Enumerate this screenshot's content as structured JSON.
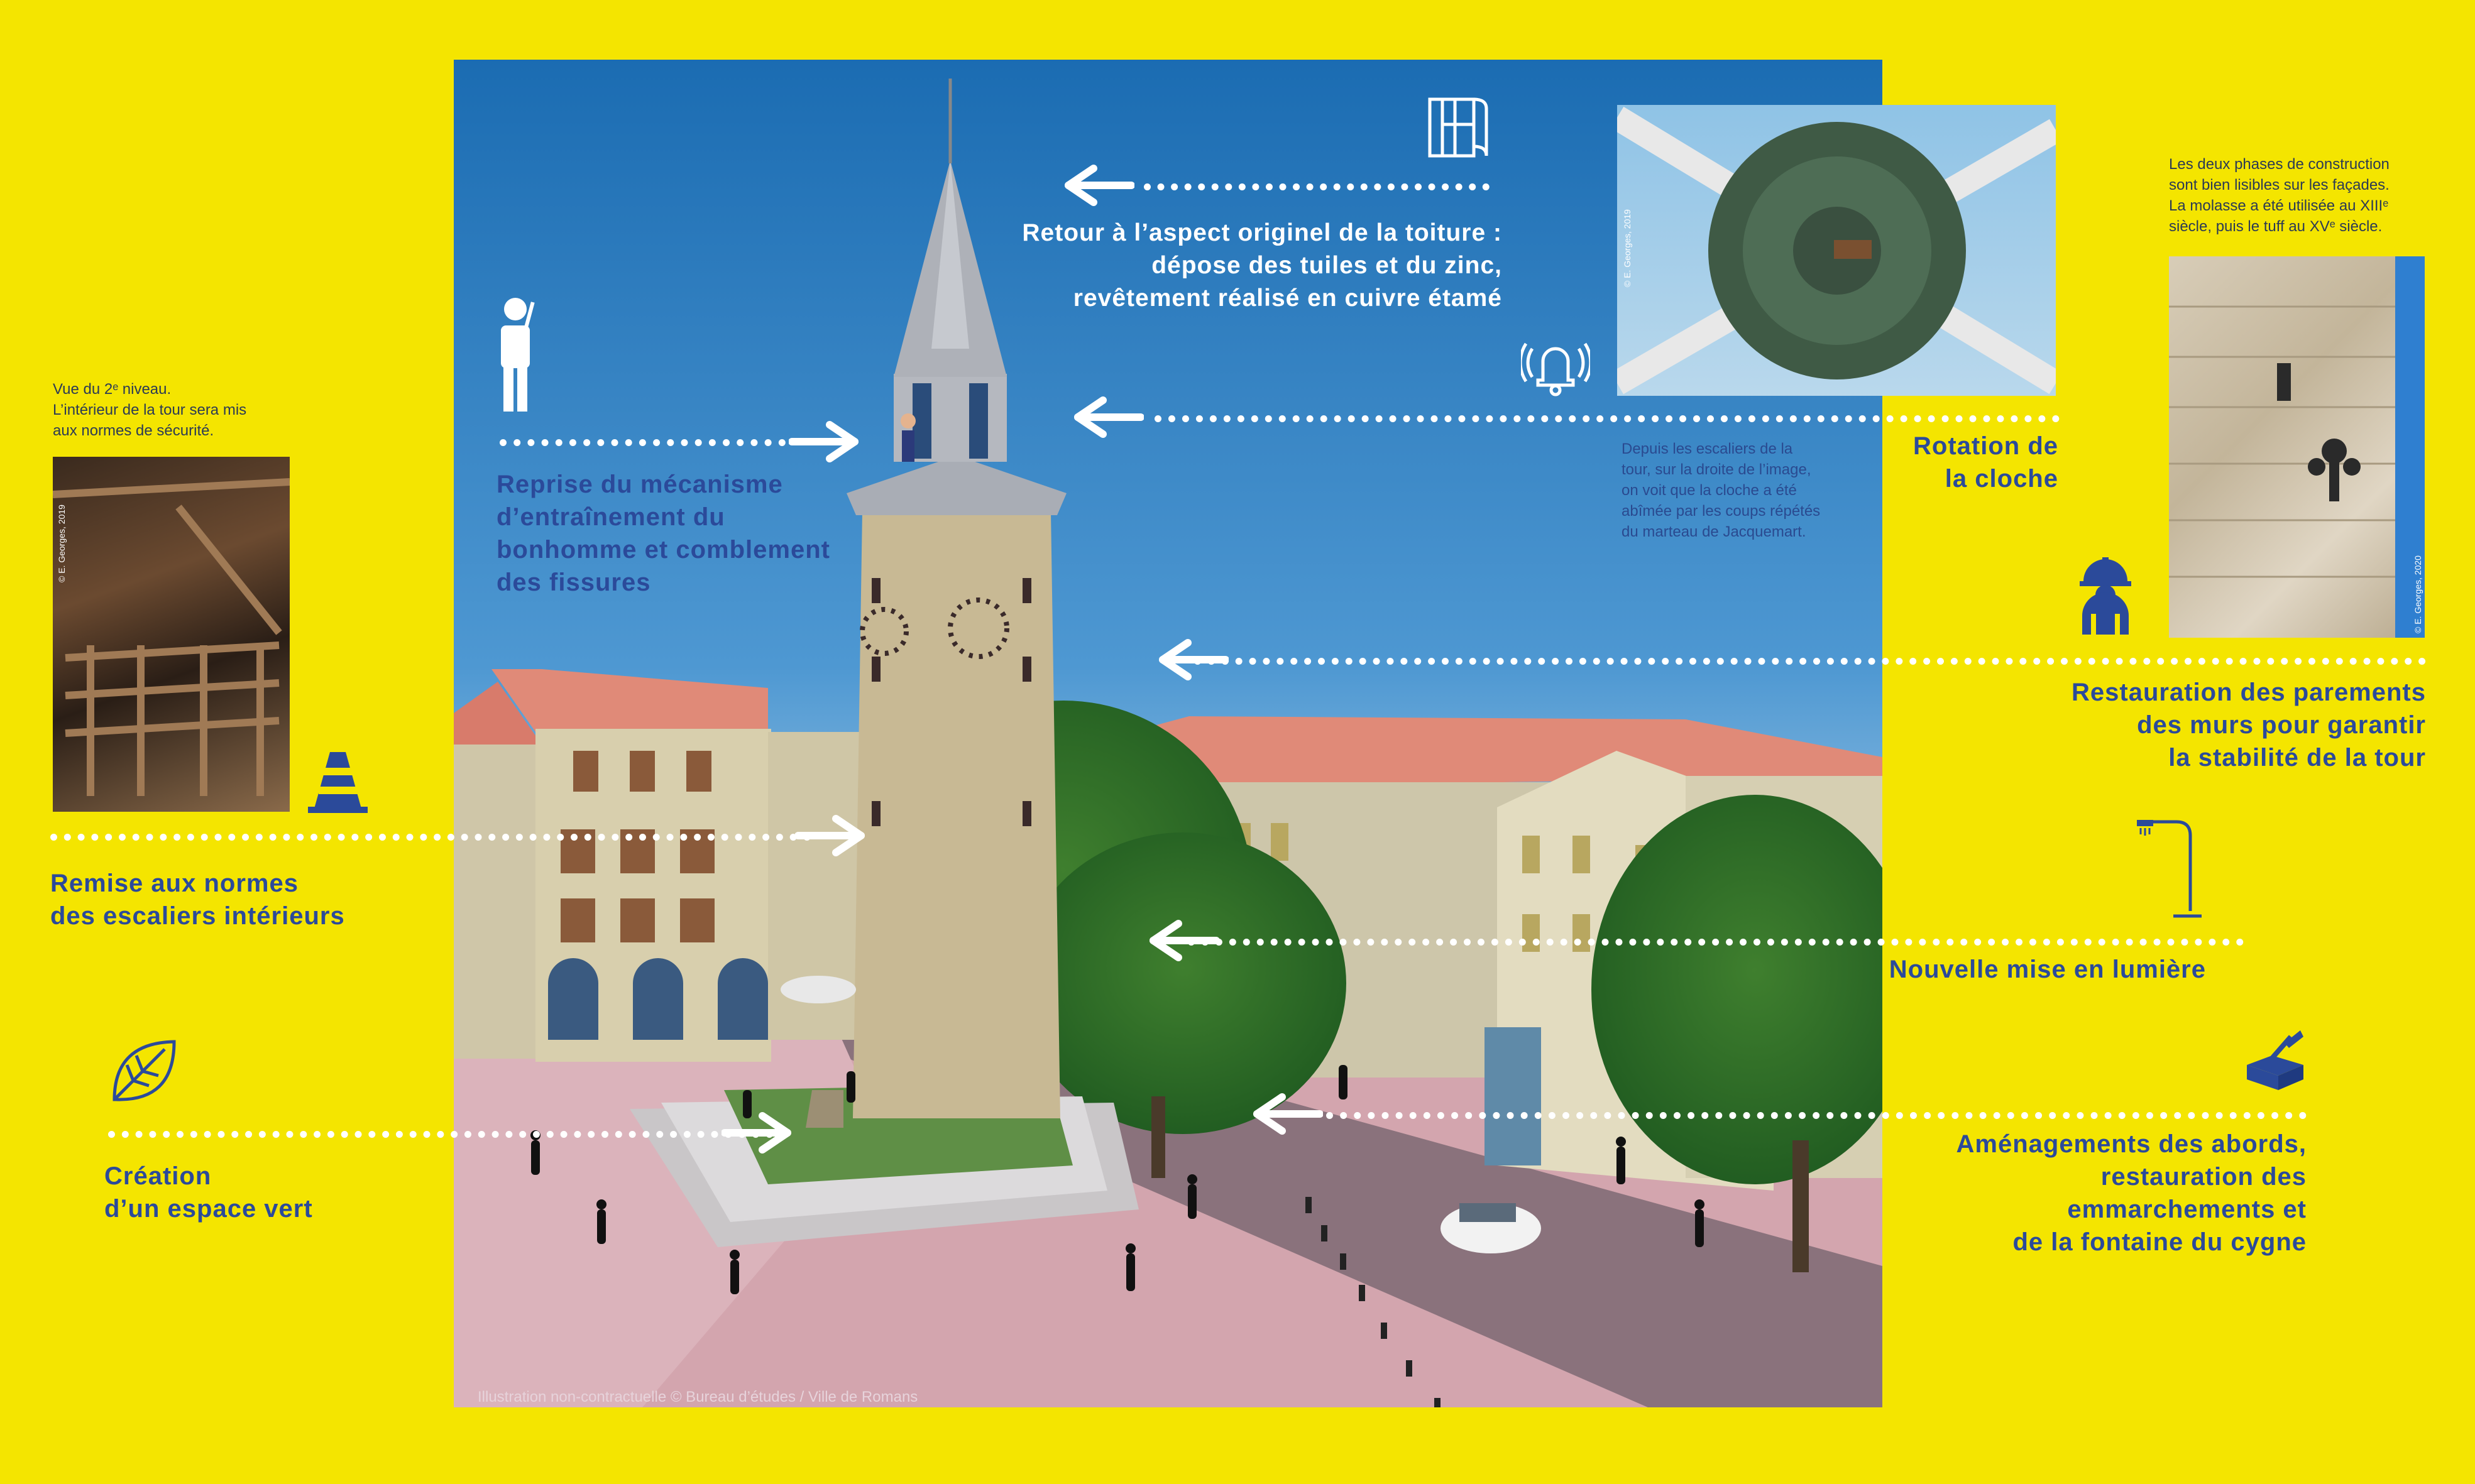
{
  "annotations": {
    "toiture": {
      "line1": "Retour à l’aspect originel de la toiture :",
      "line2": "dépose des tuiles et du zinc,",
      "line3": "revêtement réalisé en cuivre étamé"
    },
    "mecanisme": {
      "line1": "Reprise du mécanisme",
      "line2": "d’entraînement du",
      "line3": "bonhomme et comblement",
      "line4": "des fissures"
    },
    "cloche": {
      "line1": "Rotation de",
      "line2": "la cloche"
    },
    "cloche_caption": {
      "line1": "Depuis les escaliers de la",
      "line2": "tour, sur la droite de l’image,",
      "line3": "on voit que la cloche a été",
      "line4": "abîmée par les coups répétés",
      "line5": "du marteau de Jacquemart."
    },
    "parements": {
      "line1": "Restauration des parements",
      "line2": "des murs pour garantir",
      "line3": "la stabilité de la tour"
    },
    "parements_caption": {
      "line1": "Les deux phases de construction",
      "line2": "sont bien lisibles sur les façades.",
      "line3": "La molasse a été utilisée au XIIIᵉ",
      "line4": "siècle, puis le tuff au XVᵉ siècle."
    },
    "escaliers": {
      "line1": "Remise aux normes",
      "line2": "des escaliers intérieurs"
    },
    "escaliers_caption": {
      "line1": "Vue du 2ᵉ niveau.",
      "line2": "L’intérieur de la tour sera mis",
      "line3": "aux normes de sécurité."
    },
    "lumiere": {
      "line1": "Nouvelle mise en lumière"
    },
    "espace_vert": {
      "line1": "Création",
      "line2": "d’un espace vert"
    },
    "abords": {
      "line1": "Aménagements des abords,",
      "line2": "restauration des",
      "line3": "emmarchements et",
      "line4": "de la fontaine du cygne"
    }
  },
  "photo_credits": {
    "interior": "© E. Georges, 2019",
    "bell": "© E. Georges, 2019",
    "wall": "© E. Georges, 2020"
  },
  "footer": "Illustration non-contractuelle © Bureau d’études / Ville de Romans",
  "colors": {
    "background": "#f4e500",
    "label_blue": "#2b4a9a",
    "sky_top": "#1a6bb0",
    "ground": "#d4a6b0"
  },
  "icons": [
    "roll-plan-icon",
    "person-icon",
    "bell-ring-icon",
    "worker-helmet-icon",
    "traffic-cone-icon",
    "street-lamp-icon",
    "leaf-icon",
    "trowel-brick-icon"
  ]
}
